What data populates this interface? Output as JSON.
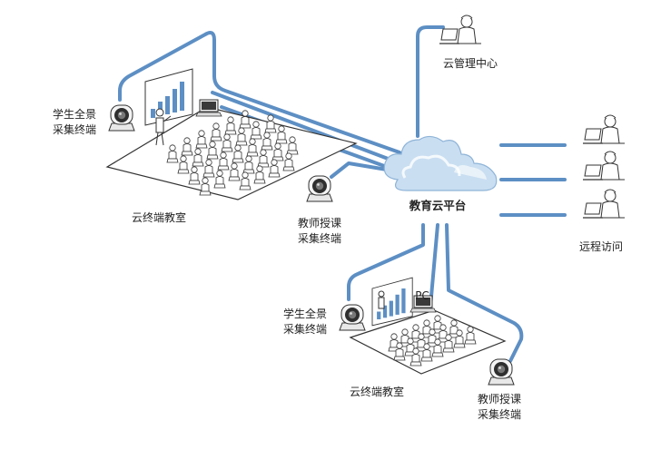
{
  "diagram": {
    "cloud_label": "教育云平台",
    "cloud_mgmt_label": "云管理中心",
    "remote_access_label": "远程访问",
    "classroom_top": {
      "label": "云终端教室",
      "student_camera_label": [
        "学生全景",
        "采集终端"
      ],
      "teacher_camera_label": [
        "教师授课",
        "采集终端"
      ]
    },
    "classroom_bottom": {
      "label": "云终端教室",
      "pc_label": "PC",
      "student_camera_label": [
        "学生全景",
        "采集终端"
      ],
      "teacher_camera_label": [
        "教师授课",
        "采集终端"
      ]
    },
    "colors": {
      "link": "#5d8fc4",
      "cloud": "#bcd5ec",
      "ink": "#333333"
    },
    "icons": [
      "cloud-icon",
      "dome-camera-icon",
      "person-laptop-icon",
      "seated-student-icon",
      "pc-icon",
      "whiteboard-icon"
    ]
  }
}
